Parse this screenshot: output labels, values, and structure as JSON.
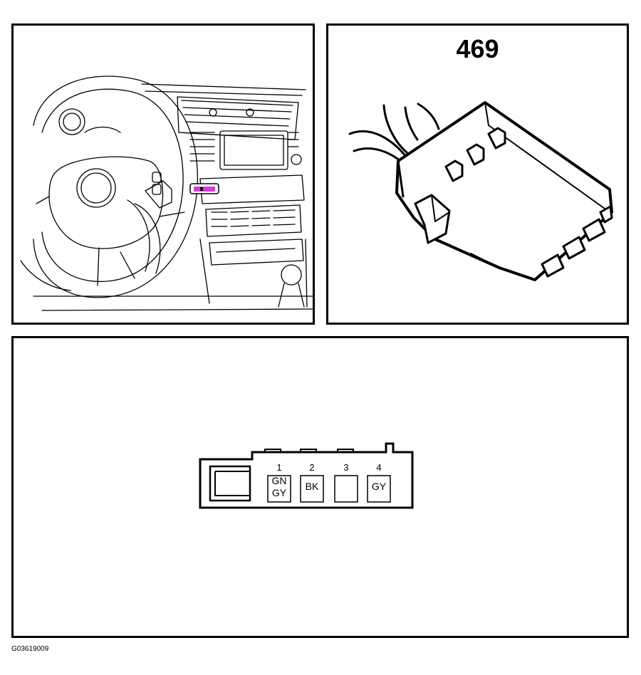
{
  "connector": {
    "id": "469"
  },
  "pins": [
    {
      "number": "1",
      "colors": [
        "GN",
        "GY"
      ]
    },
    {
      "number": "2",
      "colors": [
        "BK"
      ]
    },
    {
      "number": "3",
      "colors": []
    },
    {
      "number": "4",
      "colors": [
        "GY"
      ]
    }
  ],
  "figure_code": "G03619009",
  "colors": {
    "highlight": "#d63cd6",
    "line": "#000000",
    "background": "#ffffff"
  }
}
